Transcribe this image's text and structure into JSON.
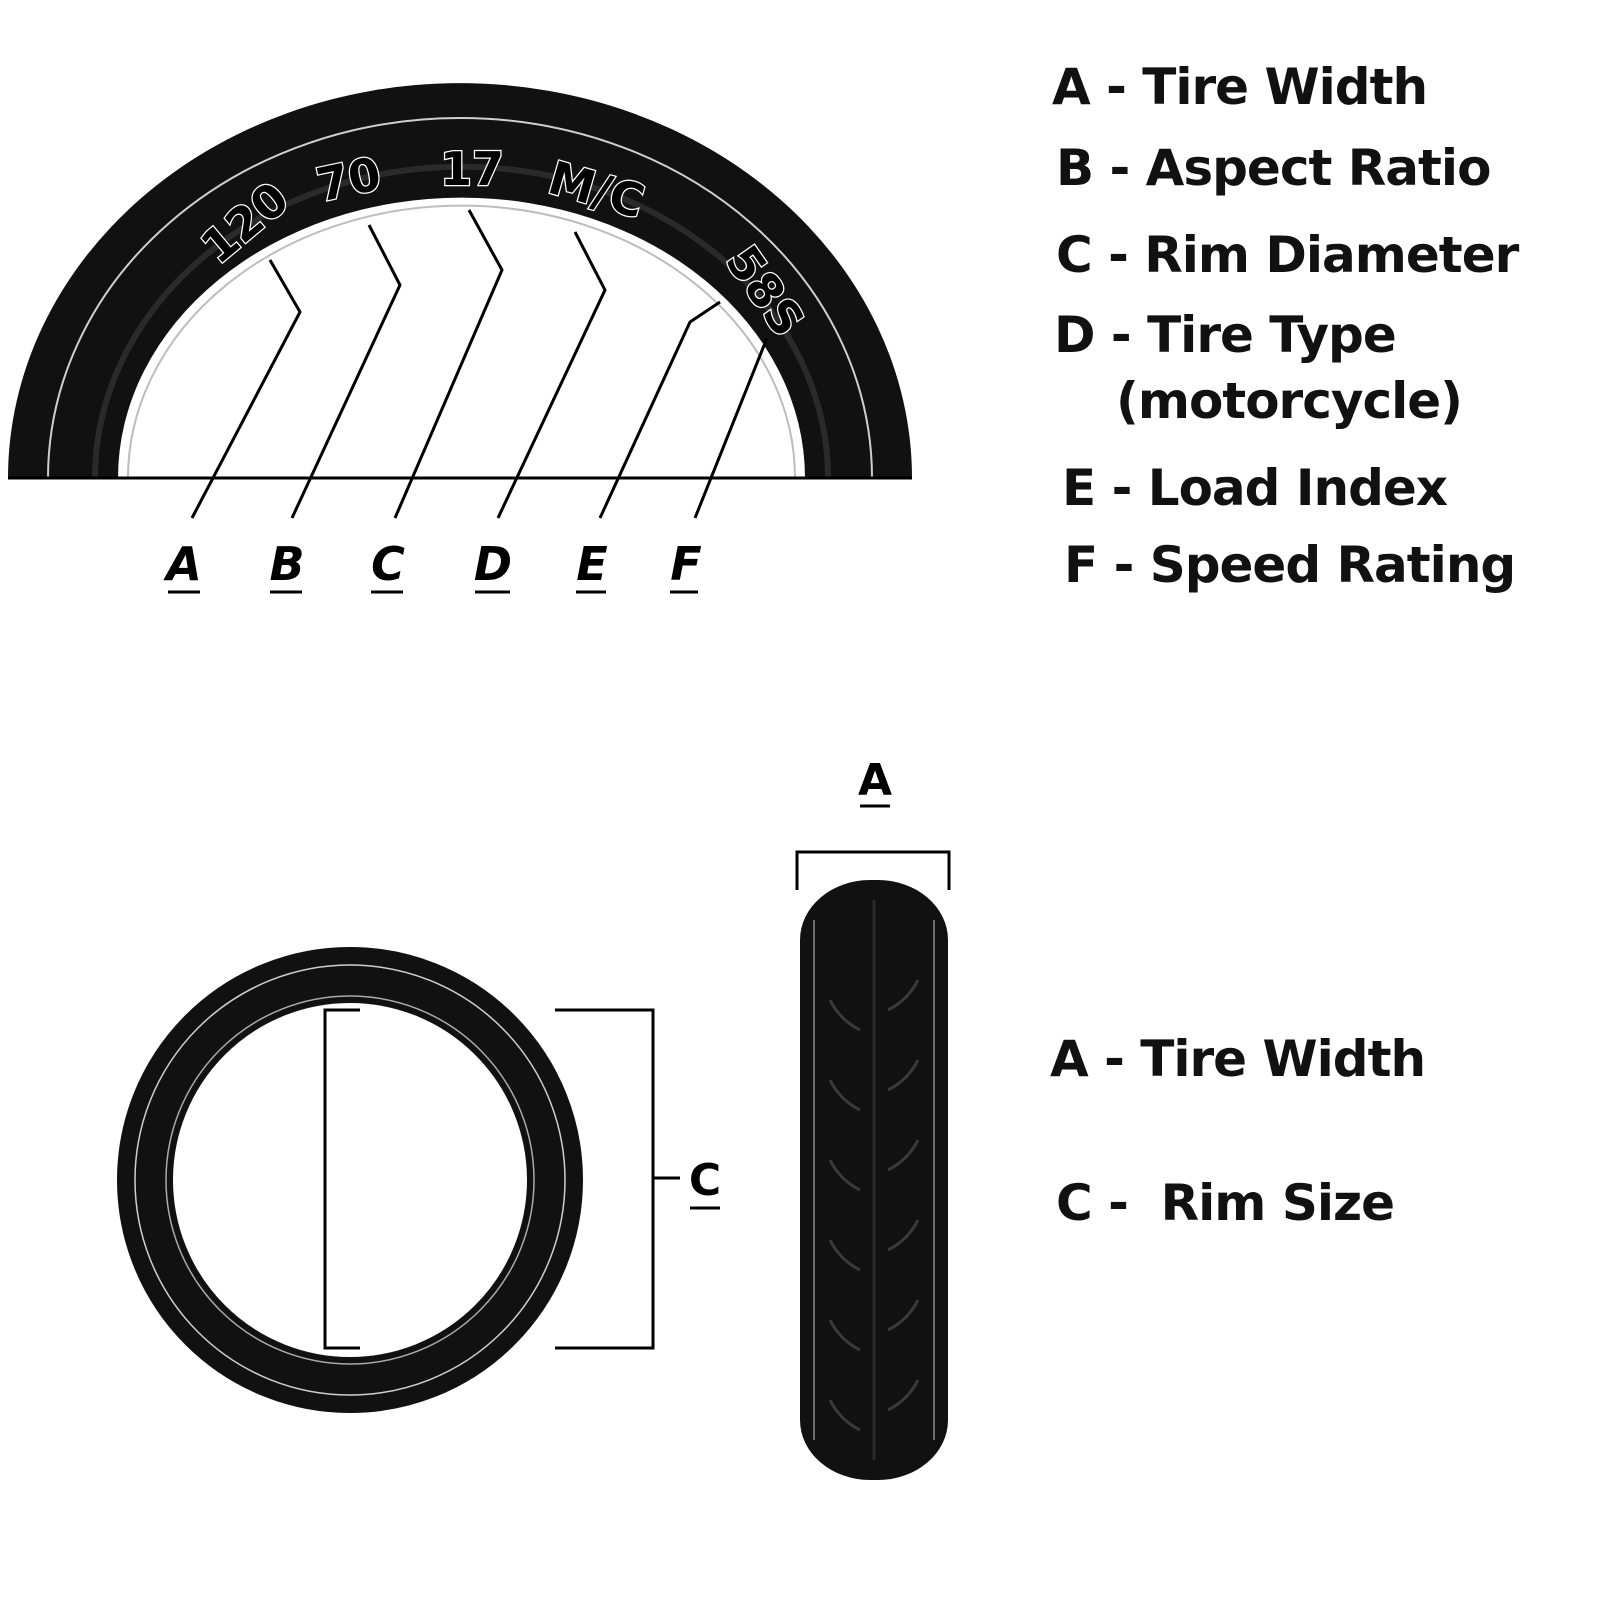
{
  "sidewall_markings": [
    "120",
    "70",
    "17",
    "M/C",
    "58S"
  ],
  "callout_letters": [
    "A",
    "B",
    "C",
    "D",
    "E",
    "F"
  ],
  "legend_top": [
    "A - Tire Width",
    "B - Aspect Ratio",
    "C - Rim Diameter",
    "D - Tire Type",
    "(motorcycle)",
    "E - Load Index",
    "F - Speed Rating"
  ],
  "bottom_labels": {
    "width_letter": "A",
    "rim_letter": "C"
  },
  "legend_bottom": [
    "A - Tire Width",
    "C -  Rim Size"
  ]
}
